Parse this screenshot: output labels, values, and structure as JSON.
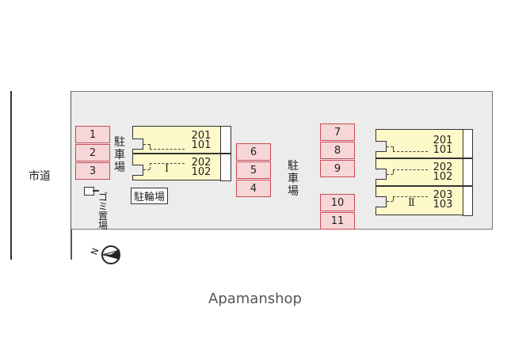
{
  "road_label": "市道",
  "parking_label_left": [
    "駐",
    "車",
    "場"
  ],
  "parking_label_right": [
    "駐",
    "車",
    "場"
  ],
  "garbage_label": [
    "ゴ",
    "ミ",
    "置",
    "場"
  ],
  "bicycle_label": "駐輪場",
  "spaces_left": [
    "1",
    "2",
    "3"
  ],
  "spaces_middle": [
    "6",
    "5",
    "4"
  ],
  "spaces_right_top": [
    "7",
    "8",
    "9"
  ],
  "spaces_right_bottom": [
    "10",
    "11"
  ],
  "building_1": {
    "name": "Ⅰ",
    "rooms": [
      {
        "upper": "201",
        "lower": "101"
      },
      {
        "upper": "202",
        "lower": "102"
      }
    ]
  },
  "building_2": {
    "name": "Ⅱ",
    "rooms": [
      {
        "upper": "201",
        "lower": "101"
      },
      {
        "upper": "202",
        "lower": "102"
      },
      {
        "upper": "203",
        "lower": "103"
      }
    ]
  },
  "watermark": "Apamanshop",
  "colors": {
    "space_fill": "#f7d6d8",
    "space_border": "#c84a55",
    "building_fill": "#fdf9c9",
    "lot_fill": "#ececec"
  }
}
